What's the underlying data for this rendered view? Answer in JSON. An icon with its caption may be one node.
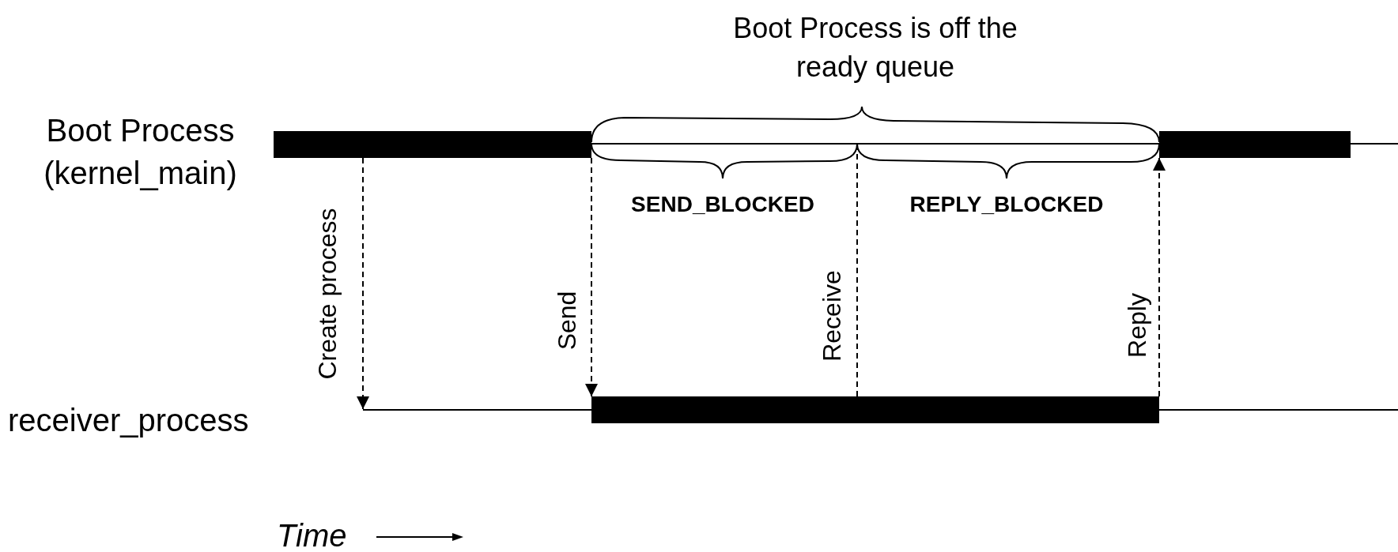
{
  "diagram": {
    "nodes": [
      {
        "text": [],
        "shape": "bar",
        "beside": [
          "Boot Process (kernel_main)"
        ]
      },
      {
        "text": [],
        "shape": "line"
      },
      {
        "text": [],
        "shape": "bar"
      },
      {
        "text": [],
        "shape": "line",
        "beside": [
          "receiver_process"
        ]
      },
      {
        "text": [],
        "shape": "bar"
      }
    ],
    "edges": [
      {
        "from": 0,
        "to": 3,
        "arrow": "to",
        "label": "Create process",
        "style": "dashed"
      },
      {
        "from": 0,
        "to": 4,
        "arrow": "to",
        "label": "Send",
        "style": "dashed"
      },
      {
        "from": 1,
        "to": 4,
        "arrow": "none",
        "label": "Receive",
        "style": "dashed"
      },
      {
        "from": 4,
        "to": 2,
        "arrow": "to",
        "label": "Reply",
        "style": "dashed"
      }
    ],
    "labels": [
      "Boot Process is off the ready queue",
      "SEND_BLOCKED",
      "REPLY_BLOCKED",
      "Time"
    ]
  }
}
